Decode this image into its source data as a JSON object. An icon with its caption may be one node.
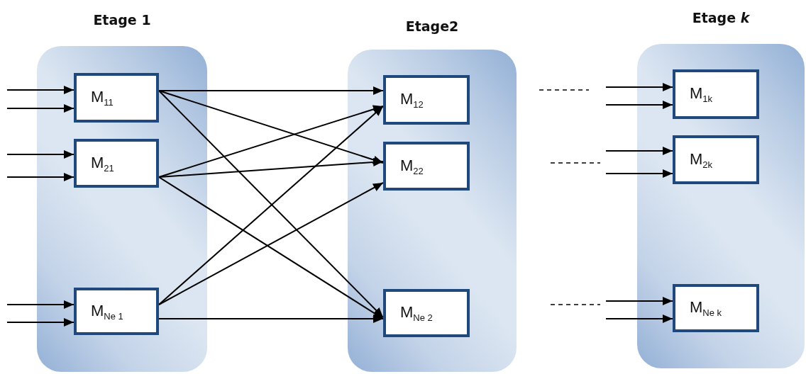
{
  "diagram": {
    "nodes": [
      {
        "text": [
          "Etage 1"
        ]
      },
      {
        "text": [
          "M$_{11}$"
        ],
        "in": 0
      },
      {
        "text": [
          "M$_{21}$"
        ],
        "in": 0
      },
      {
        "text": [
          "M$_{Ne 1}$"
        ],
        "in": 0
      },
      {
        "text": [
          "Etage2"
        ]
      },
      {
        "text": [
          "M$_{12}$"
        ],
        "in": 4
      },
      {
        "text": [
          "M$_{22}$"
        ],
        "in": 4
      },
      {
        "text": [
          "M$_{Ne 2}$"
        ],
        "in": 4
      },
      {
        "text": [
          "Etage *k*"
        ]
      },
      {
        "text": [
          "M$_{1k}$"
        ],
        "in": 8
      },
      {
        "text": [
          "M$_{2k}$"
        ],
        "in": 8
      },
      {
        "text": [
          "M$_{Ne k}$"
        ],
        "in": 8
      }
    ],
    "edges": [
      {
        "from": null,
        "to": 1,
        "arrow": "to"
      },
      {
        "from": null,
        "to": 1,
        "arrow": "to"
      },
      {
        "from": null,
        "to": 2,
        "arrow": "to"
      },
      {
        "from": null,
        "to": 2,
        "arrow": "to"
      },
      {
        "from": null,
        "to": 3,
        "arrow": "to"
      },
      {
        "from": null,
        "to": 3,
        "arrow": "to"
      },
      {
        "from": 1,
        "to": 5,
        "arrow": "to"
      },
      {
        "from": 1,
        "to": 6,
        "arrow": "to"
      },
      {
        "from": 1,
        "to": 7,
        "arrow": "to"
      },
      {
        "from": 2,
        "to": 5,
        "arrow": "to"
      },
      {
        "from": 2,
        "to": 6,
        "arrow": "to"
      },
      {
        "from": 2,
        "to": 7,
        "arrow": "to"
      },
      {
        "from": 3,
        "to": 5,
        "arrow": "to"
      },
      {
        "from": 3,
        "to": 6,
        "arrow": "to"
      },
      {
        "from": 3,
        "to": 7,
        "arrow": "to"
      },
      {
        "from": null,
        "to": 9,
        "arrow": "to"
      },
      {
        "from": null,
        "to": 9,
        "arrow": "to"
      },
      {
        "from": null,
        "to": 10,
        "arrow": "to"
      },
      {
        "from": null,
        "to": 10,
        "arrow": "to"
      },
      {
        "from": null,
        "to": 11,
        "arrow": "to"
      },
      {
        "from": null,
        "to": 11,
        "arrow": "to"
      }
    ]
  }
}
